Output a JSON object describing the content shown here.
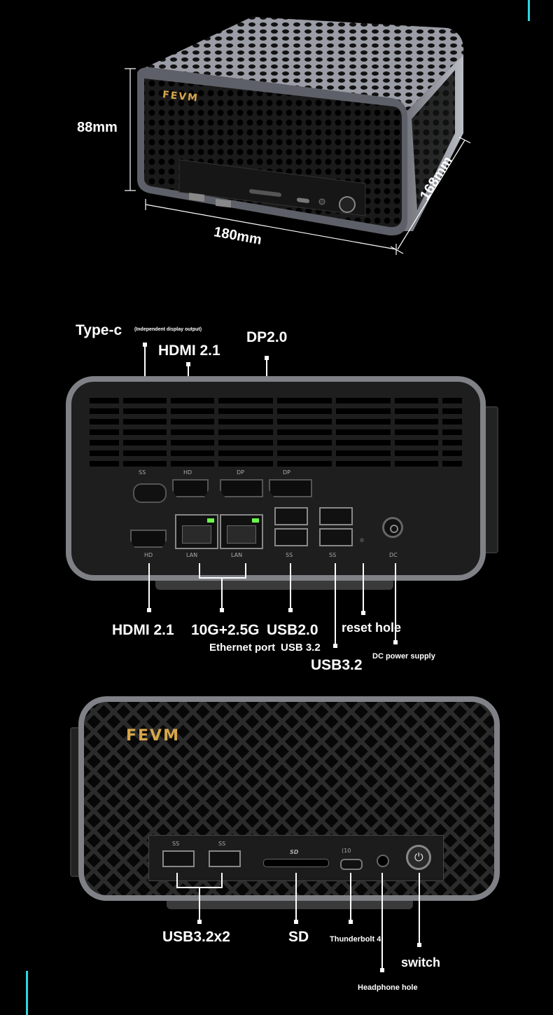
{
  "top_view": {
    "logo": "FEVM",
    "dimensions": {
      "height": "88mm",
      "width": "180mm",
      "depth": "168mm"
    }
  },
  "rear_view": {
    "port_labels": {
      "type_c": "SS",
      "hdmi_top": "HD",
      "dp_left": "DP",
      "dp_right": "DP",
      "hdmi_bottom": "HD",
      "lan_left": "LAN",
      "lan_right": "LAN",
      "usb_left": "SS",
      "usb_right": "SS",
      "dc": "DC"
    },
    "callouts": {
      "type_c": "Type-c",
      "type_c_note": "(Independent display output)",
      "hdmi_top": "HDMI 2.1",
      "dp": "DP2.0",
      "hdmi_bottom": "HDMI 2.1",
      "lan": "10G+2.5G",
      "lan_sub": "Ethernet port",
      "usb20": "USB2.0",
      "usb20_sub": "USB 3.2",
      "reset": "reset hole",
      "usb32": "USB3.2",
      "dc": "DC power supply"
    }
  },
  "front_view": {
    "logo": "FEVM",
    "port_labels": {
      "usb_left": "SS",
      "usb_right": "SS",
      "sd": "SD",
      "tb": "⟨10"
    },
    "callouts": {
      "usb": "USB3.2x2",
      "sd": "SD",
      "thunderbolt": "Thunderbolt 4",
      "headphone": "Headphone hole",
      "switch": "switch"
    }
  },
  "colors": {
    "accent": "#2fd6e0",
    "logo": "#d7a64a",
    "led": "#6dff4a"
  }
}
